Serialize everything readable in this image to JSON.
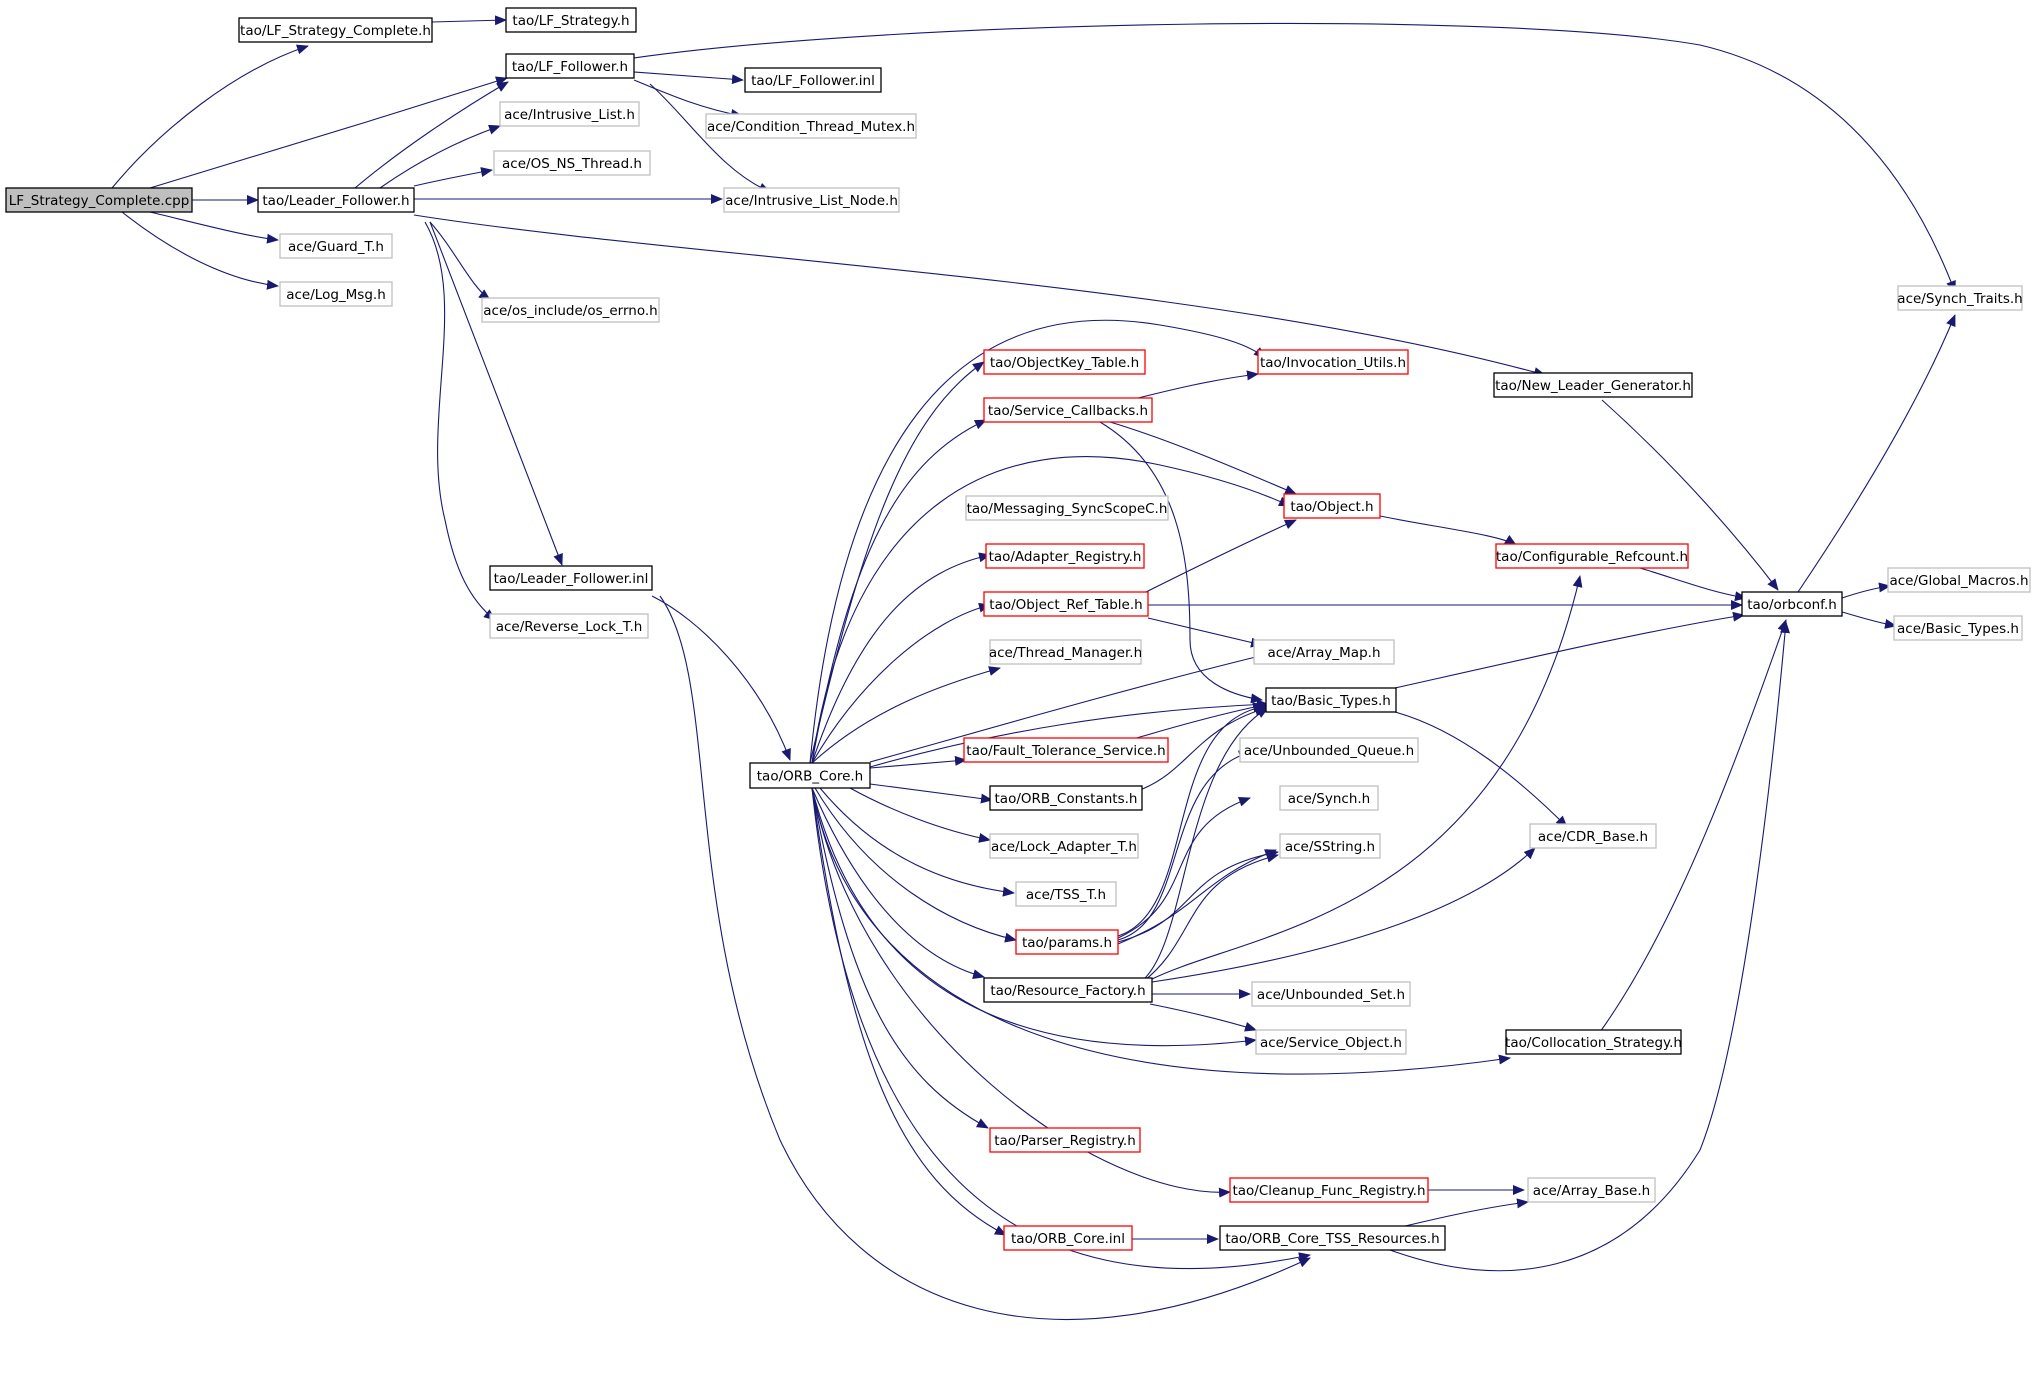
{
  "colors": {
    "edge": "#191970",
    "border_default": "#000000",
    "border_truncated": "#ff0000",
    "border_external": "#bfbfbf",
    "root_fill": "#bfbfbf",
    "fill": "#ffffff"
  },
  "nodes": [
    {
      "id": "n0",
      "label": "LF_Strategy_Complete.cpp",
      "style": "root"
    },
    {
      "id": "n1",
      "label": "tao/LF_Strategy_Complete.h",
      "style": "default"
    },
    {
      "id": "n2",
      "label": "tao/LF_Strategy.h",
      "style": "default"
    },
    {
      "id": "n3",
      "label": "tao/LF_Follower.h",
      "style": "default"
    },
    {
      "id": "n4",
      "label": "tao/LF_Follower.inl",
      "style": "default"
    },
    {
      "id": "n5",
      "label": "ace/Condition_Thread_Mutex.h",
      "style": "external"
    },
    {
      "id": "n6",
      "label": "ace/Intrusive_List.h",
      "style": "external"
    },
    {
      "id": "n7",
      "label": "ace/OS_NS_Thread.h",
      "style": "external"
    },
    {
      "id": "n8",
      "label": "tao/Leader_Follower.h",
      "style": "default"
    },
    {
      "id": "n9",
      "label": "ace/Intrusive_List_Node.h",
      "style": "external"
    },
    {
      "id": "n10",
      "label": "ace/Guard_T.h",
      "style": "external"
    },
    {
      "id": "n11",
      "label": "ace/Log_Msg.h",
      "style": "external"
    },
    {
      "id": "n12",
      "label": "ace/os_include/os_errno.h",
      "style": "external"
    },
    {
      "id": "n13",
      "label": "ace/Synch_Traits.h",
      "style": "external"
    },
    {
      "id": "n14",
      "label": "tao/ObjectKey_Table.h",
      "style": "truncated"
    },
    {
      "id": "n15",
      "label": "tao/Invocation_Utils.h",
      "style": "truncated"
    },
    {
      "id": "n16",
      "label": "tao/New_Leader_Generator.h",
      "style": "default"
    },
    {
      "id": "n17",
      "label": "tao/Service_Callbacks.h",
      "style": "truncated"
    },
    {
      "id": "n18",
      "label": "tao/Messaging_SyncScopeC.h",
      "style": "external"
    },
    {
      "id": "n19",
      "label": "tao/Object.h",
      "style": "truncated"
    },
    {
      "id": "n20",
      "label": "tao/Adapter_Registry.h",
      "style": "truncated"
    },
    {
      "id": "n21",
      "label": "tao/Configurable_Refcount.h",
      "style": "truncated"
    },
    {
      "id": "n22",
      "label": "tao/Leader_Follower.inl",
      "style": "default"
    },
    {
      "id": "n23",
      "label": "ace/Global_Macros.h",
      "style": "external"
    },
    {
      "id": "n24",
      "label": "tao/Object_Ref_Table.h",
      "style": "truncated"
    },
    {
      "id": "n25",
      "label": "tao/orbconf.h",
      "style": "default"
    },
    {
      "id": "n26",
      "label": "ace/Reverse_Lock_T.h",
      "style": "external"
    },
    {
      "id": "n27",
      "label": "ace/Basic_Types.h",
      "style": "external"
    },
    {
      "id": "n28",
      "label": "ace/Thread_Manager.h",
      "style": "external"
    },
    {
      "id": "n29",
      "label": "ace/Array_Map.h",
      "style": "external"
    },
    {
      "id": "n30",
      "label": "tao/Basic_Types.h",
      "style": "default"
    },
    {
      "id": "n31",
      "label": "tao/Fault_Tolerance_Service.h",
      "style": "truncated"
    },
    {
      "id": "n32",
      "label": "ace/Unbounded_Queue.h",
      "style": "external"
    },
    {
      "id": "n33",
      "label": "tao/ORB_Core.h",
      "style": "default"
    },
    {
      "id": "n34",
      "label": "tao/ORB_Constants.h",
      "style": "default"
    },
    {
      "id": "n35",
      "label": "ace/Synch.h",
      "style": "external"
    },
    {
      "id": "n36",
      "label": "ace/CDR_Base.h",
      "style": "external"
    },
    {
      "id": "n37",
      "label": "ace/Lock_Adapter_T.h",
      "style": "external"
    },
    {
      "id": "n38",
      "label": "ace/SString.h",
      "style": "external"
    },
    {
      "id": "n39",
      "label": "ace/TSS_T.h",
      "style": "external"
    },
    {
      "id": "n40",
      "label": "tao/params.h",
      "style": "truncated"
    },
    {
      "id": "n41",
      "label": "tao/Resource_Factory.h",
      "style": "default"
    },
    {
      "id": "n42",
      "label": "ace/Unbounded_Set.h",
      "style": "external"
    },
    {
      "id": "n43",
      "label": "ace/Service_Object.h",
      "style": "external"
    },
    {
      "id": "n44",
      "label": "tao/Collocation_Strategy.h",
      "style": "default"
    },
    {
      "id": "n45",
      "label": "tao/Parser_Registry.h",
      "style": "truncated"
    },
    {
      "id": "n46",
      "label": "tao/Cleanup_Func_Registry.h",
      "style": "truncated"
    },
    {
      "id": "n47",
      "label": "ace/Array_Base.h",
      "style": "external"
    },
    {
      "id": "n48",
      "label": "tao/ORB_Core.inl",
      "style": "truncated"
    },
    {
      "id": "n49",
      "label": "tao/ORB_Core_TSS_Resources.h",
      "style": "default"
    }
  ]
}
